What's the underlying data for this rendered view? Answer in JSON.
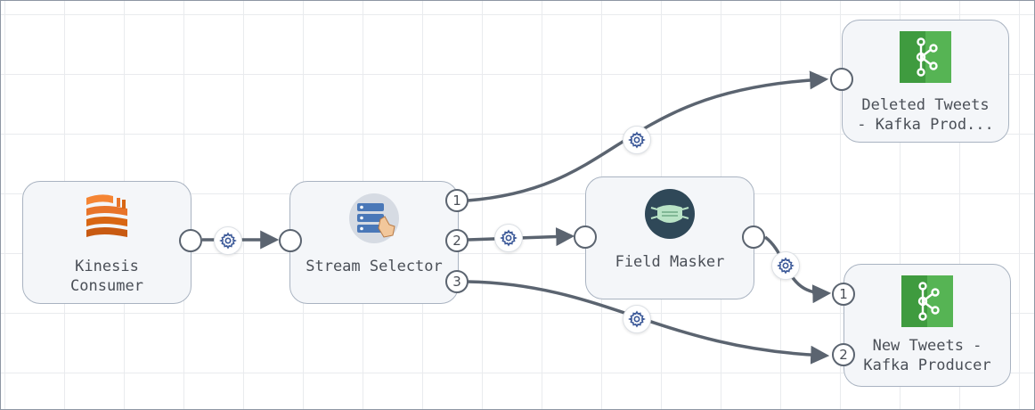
{
  "colors": {
    "edge": "#5b6470",
    "kafka_green": "#3f9b3f",
    "aws_orange": "#e8742a",
    "gear_blue": "#3d5a99"
  },
  "nodes": {
    "kinesis": {
      "label": "Kinesis\nConsumer",
      "icon": "aws-kinesis-icon"
    },
    "stream_selector": {
      "label": "Stream Selector",
      "icon": "stream-selector-icon",
      "ports": [
        "1",
        "2",
        "3"
      ]
    },
    "field_masker": {
      "label": "Field Masker",
      "icon": "mask-icon"
    },
    "deleted_tweets": {
      "label": "Deleted Tweets\n- Kafka Prod...",
      "icon": "kafka-icon"
    },
    "new_tweets": {
      "label": "New Tweets -\nKafka Producer",
      "icon": "kafka-icon",
      "ports": [
        "1",
        "2"
      ]
    }
  },
  "edges": [
    {
      "from": "Kinesis Consumer",
      "to": "Stream Selector"
    },
    {
      "from": "Stream Selector 1",
      "to": "Deleted Tweets - Kafka Prod..."
    },
    {
      "from": "Stream Selector 2",
      "to": "Field Masker"
    },
    {
      "from": "Stream Selector 3",
      "to": "New Tweets - Kafka Producer 2"
    },
    {
      "from": "Field Masker",
      "to": "New Tweets - Kafka Producer 1"
    }
  ]
}
